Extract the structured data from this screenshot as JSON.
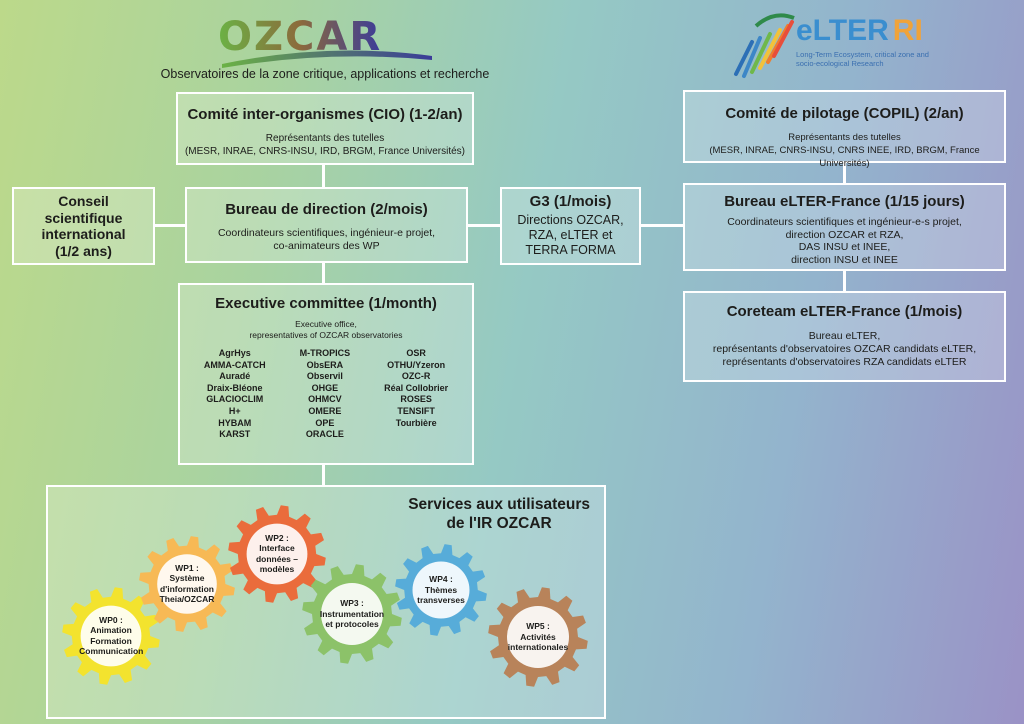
{
  "ozcar": {
    "logo_text": "OZCAR",
    "tagline": "Observatoires de la zone critique, applications et recherche"
  },
  "elter": {
    "logo_text_a": "eLTER",
    "logo_text_b": "RI",
    "subtitle_line1": "Long-Term Ecosystem, critical zone and",
    "subtitle_line2": "socio-ecological Research"
  },
  "cio": {
    "title": "Comité inter-organismes (CIO) (1-2/an)",
    "line1": "Représentants des tutelles",
    "line2": "(MESR, INRAE, CNRS-INSU, IRD, BRGM, France Universités)"
  },
  "conseil": {
    "line1": "Conseil",
    "line2": "scientifique",
    "line3": "international",
    "line4": "(1/2 ans)"
  },
  "bureau_direction": {
    "title": "Bureau de direction (2/mois)",
    "line1": "Coordinateurs scientifiques, ingénieur-e projet,",
    "line2": "co-animateurs des WP"
  },
  "g3": {
    "title": "G3 (1/mois)",
    "line1": "Directions OZCAR,",
    "line2": "RZA, eLTER et",
    "line3": "TERRA FORMA"
  },
  "executive": {
    "title": "Executive committee (1/month)",
    "line1": "Executive office,",
    "line2": "representatives of OZCAR observatories",
    "col1": [
      "AgrHys",
      "AMMA-CATCH",
      "Auradé",
      "Draix-Bléone",
      "GLACIOCLIM",
      "H+",
      "HYBAM",
      "KARST"
    ],
    "col2": [
      "M-TROPICS",
      "ObsERA",
      "Observil",
      "OHGE",
      "OHMCV",
      "OMERE",
      "OPE",
      "ORACLE"
    ],
    "col3": [
      "OSR",
      "OTHU/Yzeron",
      "OZC-R",
      "Réal Collobrier",
      "ROSES",
      "TENSIFT",
      "Tourbière"
    ]
  },
  "copil": {
    "title": "Comité de pilotage (COPIL) (2/an)",
    "line1": "Représentants des tutelles",
    "line2": "(MESR, INRAE, CNRS-INSU, CNRS INEE, IRD, BRGM, France Universités)"
  },
  "bureau_elter": {
    "title": "Bureau eLTER-France (1/15 jours)",
    "line1": "Coordinateurs scientifiques et ingénieur-e-s projet,",
    "line2": "direction OZCAR et RZA,",
    "line3": "DAS INSU et INEE,",
    "line4": "direction INSU et INEE"
  },
  "coreteam": {
    "title": "Coreteam eLTER-France (1/mois)",
    "line1": "Bureau eLTER,",
    "line2": "représentants d'observatoires OZCAR candidats eLTER,",
    "line3": "représentants d'observatoires RZA candidats eLTER"
  },
  "services": {
    "title_line1": "Services aux utilisateurs",
    "title_line2": "de l'IR OZCAR",
    "gears": [
      {
        "id": "wp0",
        "color": "#f3e32e",
        "lines": [
          "WP0 :",
          "Animation",
          "Formation",
          "Communication"
        ]
      },
      {
        "id": "wp1",
        "color": "#f7b955",
        "lines": [
          "WP1 :",
          "Système",
          "d'information",
          "Theia/OZCAR"
        ]
      },
      {
        "id": "wp2",
        "color": "#ea6c3c",
        "lines": [
          "WP2 :",
          "Interface",
          "données –",
          "modèles"
        ]
      },
      {
        "id": "wp3",
        "color": "#8cc269",
        "lines": [
          "WP3 :",
          "Instrumentation",
          "et protocoles"
        ]
      },
      {
        "id": "wp4",
        "color": "#57acd9",
        "lines": [
          "WP4 :",
          "Thèmes",
          "transverses"
        ]
      },
      {
        "id": "wp5",
        "color": "#b8835a",
        "lines": [
          "WP5 :",
          "Activités",
          "internationales"
        ]
      }
    ]
  }
}
